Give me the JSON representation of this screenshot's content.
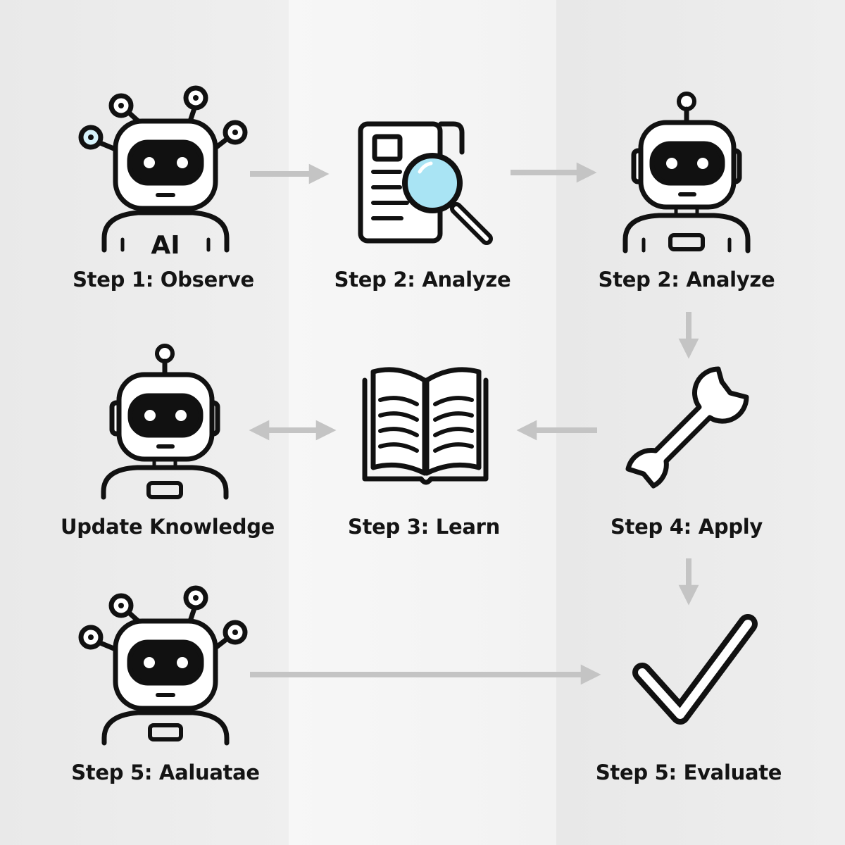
{
  "colors": {
    "stroke": "#111111",
    "arrow": "#c4c4c4",
    "accent": "#a9e4f4"
  },
  "icons": {
    "observer": "robot-antennas-icon",
    "analyze_doc": "document-magnifier-icon",
    "robot": "robot-icon",
    "learn": "open-book-icon",
    "apply": "wrench-icon",
    "evaluate": "checkmark-icon"
  },
  "nodes": [
    {
      "id": "observe",
      "label": "Step 1: Observe",
      "chest": "AI"
    },
    {
      "id": "analyze-doc",
      "label": "Step 2: Analyze"
    },
    {
      "id": "analyze-robot",
      "label": "Step 2: Analyze"
    },
    {
      "id": "update",
      "label": "Update Knowledge"
    },
    {
      "id": "learn",
      "label": "Step 3: Learn"
    },
    {
      "id": "apply",
      "label": "Step 4: Apply"
    },
    {
      "id": "aaluatae",
      "label": "Step 5: Aaluatae"
    },
    {
      "id": "evaluate",
      "label": "Step 5: Evaluate"
    }
  ]
}
